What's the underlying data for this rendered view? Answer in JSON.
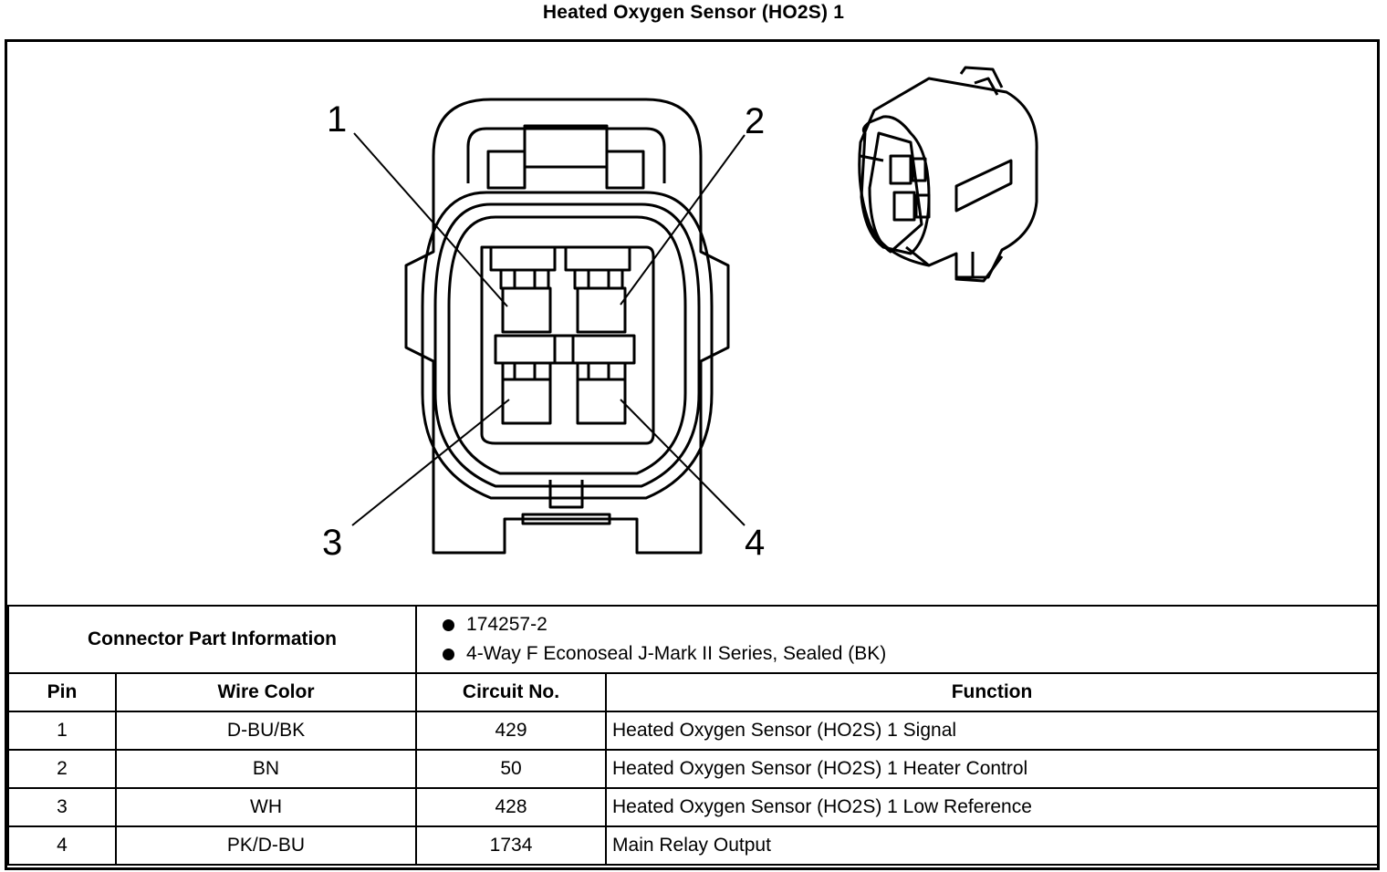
{
  "title": "Heated Oxygen Sensor (HO2S) 1",
  "diagram": {
    "pin_labels": [
      "1",
      "2",
      "3",
      "4"
    ]
  },
  "connector_info": {
    "label": "Connector Part Information",
    "items": [
      "174257-2",
      "4-Way F Econoseal J-Mark II Series, Sealed (BK)"
    ]
  },
  "table": {
    "headers": [
      "Pin",
      "Wire Color",
      "Circuit No.",
      "Function"
    ],
    "rows": [
      {
        "pin": "1",
        "wire_color": "D-BU/BK",
        "circuit": "429",
        "function": "Heated Oxygen Sensor (HO2S) 1 Signal"
      },
      {
        "pin": "2",
        "wire_color": "BN",
        "circuit": "50",
        "function": "Heated Oxygen Sensor (HO2S) 1 Heater Control"
      },
      {
        "pin": "3",
        "wire_color": "WH",
        "circuit": "428",
        "function": "Heated Oxygen Sensor (HO2S) 1 Low Reference"
      },
      {
        "pin": "4",
        "wire_color": "PK/D-BU",
        "circuit": "1734",
        "function": "Main Relay Output"
      }
    ]
  }
}
